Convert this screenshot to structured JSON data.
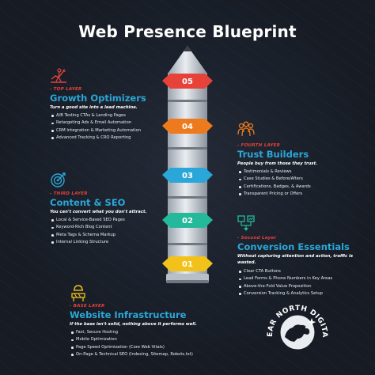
{
  "title": "Web Presence Blueprint",
  "blocks": [
    {
      "label": "05",
      "color": "#e7423a"
    },
    {
      "label": "04",
      "color": "#ee7a1e"
    },
    {
      "label": "03",
      "color": "#2aa7d8"
    },
    {
      "label": "02",
      "color": "#23b99a"
    },
    {
      "label": "01",
      "color": "#f2c21a"
    }
  ],
  "sections": {
    "growth": {
      "tag": "- TOP LAYER",
      "heading": "Growth Optimizers",
      "sub": "Turn a good site into a lead machine.",
      "items": [
        "A/B Testing CTAs & Landing Pages",
        "Retargeting Ads & Email Automation",
        "CRM Integration & Marketing Automation",
        "Advanced Tracking & CRO Reporting"
      ],
      "icon": "growth-chart-person-icon"
    },
    "trust": {
      "tag": "- FOURTH LAYER",
      "heading": "Trust Builders",
      "sub": "People buy from those they trust.",
      "items": [
        "Testimonials & Reviews",
        "Case Studies & Before/Afters",
        "Certifications, Badges, & Awards",
        "Transparent Pricing or Offers"
      ],
      "icon": "people-group-icon"
    },
    "content": {
      "tag": "- THIRD LAYER",
      "heading": "Content & SEO",
      "sub": "You can't convert what you don't attract.",
      "items": [
        "Local & Service-Based SEO Pages",
        "Keyword-Rich Blog Content",
        "Meta Tags & Schema Markup",
        "Internal Linking Structure"
      ],
      "icon": "target-arrow-icon"
    },
    "conversion": {
      "tag": "- Second Layer",
      "heading": "Conversion Essentials",
      "sub": "Without capturing attention and action, traffic is wasted.",
      "items": [
        "Clear CTA Buttons",
        "Lead Forms & Phone Numbers in Key Areas",
        "Above-the-Fold Value Proposition",
        "Conversion Tracking & Analytics Setup"
      ],
      "icon": "conversion-funnel-icon"
    },
    "infra": {
      "tag": "- BASE LAYER",
      "heading": "Website Infrastructure",
      "sub": "If the base isn't solid, nothing above it performs well.",
      "items": [
        "Fast, Secure Hosting",
        "Mobile Optimization",
        "Page Speed Optimization (Core Web Vitals)",
        "On-Page & Technical SEO (Indexing, Sitemap, Robots.txt)"
      ],
      "icon": "construction-barrier-icon"
    }
  },
  "logo": {
    "text": "BEAR NORTH DIGITAL"
  },
  "colors": {
    "background": "#161b24",
    "heading": "#2aa7d8",
    "tag": "#e7423a"
  }
}
